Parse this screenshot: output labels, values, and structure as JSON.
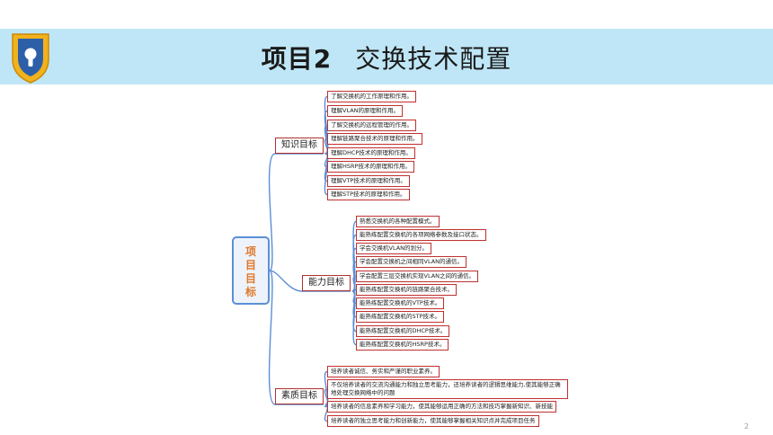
{
  "header": {
    "title_prefix": "项目2",
    "title_main": "交换技术配置"
  },
  "colors": {
    "header_bg": "#bfe6f6",
    "line": "#5b8fd6",
    "leaf_border": "#c03030",
    "root_text": "#e0782a"
  },
  "root": {
    "chars": [
      "项",
      "目",
      "目",
      "标"
    ]
  },
  "branches": [
    {
      "label": "知识目标",
      "items": [
        "了解交换机的工作原理和作用。",
        "理解VLAN的原理和作用。",
        "了解交换机的远程管理的作用。",
        "理解链路聚合技术的原理和作用。",
        "理解DHCP技术的原理和作用。",
        "理解HSRP技术的原理和作用。",
        "理解VTP技术的原理和作用。",
        "理解STP技术的原理和作用。"
      ]
    },
    {
      "label": "能力目标",
      "items": [
        "熟悉交换机的各种配置模式。",
        "能熟练配置交换机的各项网络参数及接口状态。",
        "学会交换机VLAN的划分。",
        "学会配置交换机之间相同VLAN的通信。",
        "学会配置三层交换机实现VLAN之间的通信。",
        "能熟练配置交换机的链路聚合技术。",
        "能熟练配置交换机的VTP技术。",
        "能熟练配置交换机的STP技术。",
        "能熟练配置交换机的DHCP技术。",
        "能熟练配置交换机的HSRP技术。"
      ]
    },
    {
      "label": "素质目标",
      "items": [
        "培养读者诚信、务实和严谨的职业素养。",
        "不仅培养读者的交流沟通能力和独立思考能力，还培养读者的逻辑思维能力,使其能够正确地处理交换网络中的问题",
        "培养读者的信息素养和学习能力，使其能够运用正确的方法和技巧掌握新知识、新技能",
        "培养读者的独立思考能力和创新能力，使其能够掌握相关知识点并完成项目任务"
      ]
    }
  ],
  "page_number": "2"
}
